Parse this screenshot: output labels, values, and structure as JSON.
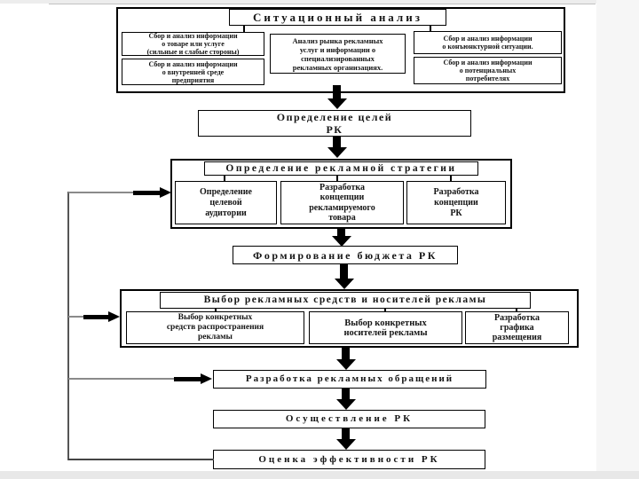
{
  "page": {
    "accent_color": "#000000",
    "line_color": "#555555",
    "background": "#ffffff"
  },
  "diagram": {
    "situational": {
      "title": "Ситуационный анализ",
      "left_top": "Сбор и анализ информации\nо товаре или услуге\n(сильные и слабые стороны)",
      "left_bottom": "Сбор и анализ информации\nо внутренней среде\nпредприятия",
      "center": "Анализ рынка рекламных\nуслуг и информации о\nспециализированных\nрекламных организациях.",
      "right_top": "Сбор и анализ информации\nо конъюнктурной ситуации.",
      "right_bottom": "Сбор и анализ информации\nо потенциальных\nпотребителях"
    },
    "goals": "Определение целей\nРК",
    "strategy": {
      "title": "Определение рекламной стратегии",
      "sub1": "Определение\nцелевой\nаудитории",
      "sub2": "Разработка\nконцепции\nрекламируемого\nтовара",
      "sub3": "Разработка\nконцепции\nРК"
    },
    "budget": "Формирование бюджета РК",
    "media": {
      "title": "Выбор рекламных средств и носителей рекламы",
      "sub1": "Выбор конкретных\nсредств распространения\nрекламы",
      "sub2": "Выбор конкретных\nносителей рекламы",
      "sub3": "Разработка\nграфика\nразмещения"
    },
    "messages": "Разработка рекламных обращений",
    "implementation": "Осуществление РК",
    "evaluation": "Оценка эффективности РК"
  }
}
